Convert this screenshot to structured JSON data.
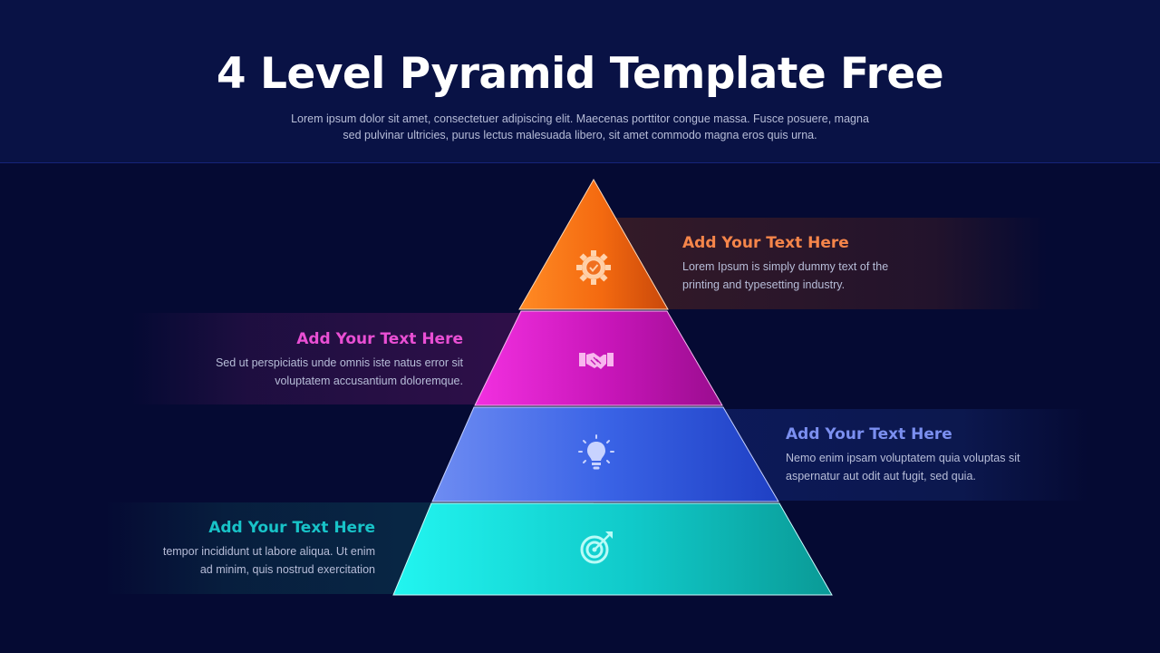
{
  "header": {
    "title": "4 Level Pyramid Template Free",
    "subtitle_line1": "Lorem ipsum dolor sit amet, consectetuer adipiscing elit. Maecenas porttitor congue massa. Fusce posuere, magna",
    "subtitle_line2": "sed pulvinar ultricies, purus lectus malesuada libero, sit amet commodo magna eros quis urna."
  },
  "levels": [
    {
      "heading": "Add Your Text Here",
      "line1": "Lorem Ipsum is simply dummy text of the",
      "line2": "printing and typesetting industry.",
      "icon": "gear-check-icon",
      "color": "#f47a20"
    },
    {
      "heading": "Add Your Text Here",
      "line1": "Sed ut perspiciatis unde omnis iste natus error sit",
      "line2": "voluptatem accusantium doloremque.",
      "icon": "handshake-icon",
      "color": "#d91fc8"
    },
    {
      "heading": "Add Your Text Here",
      "line1": "Nemo enim ipsam voluptatem quia voluptas sit",
      "line2": "aspernatur aut odit aut fugit, sed quia.",
      "icon": "lightbulb-icon",
      "color": "#3a63e6"
    },
    {
      "heading": "Add Your Text Here",
      "line1": "tempor incididunt ut labore aliqua. Ut enim",
      "line2": "ad minim, quis nostrud exercitation",
      "icon": "target-arrow-icon",
      "color": "#13d6d6"
    }
  ]
}
